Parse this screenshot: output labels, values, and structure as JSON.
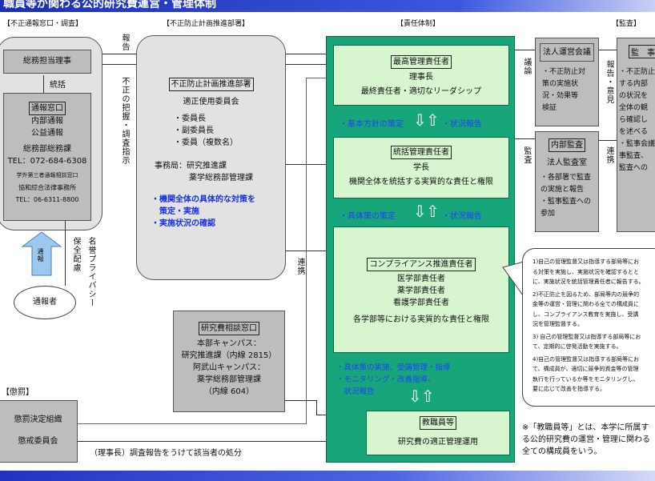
{
  "title": "職員等が関わる公的研究費運営・管理体制",
  "sections": {
    "report": "【不正通報窓口・調査】",
    "prevention": "【不正防止計画推進部署】",
    "responsibility": "【責任体制】",
    "audit": "【監査】",
    "penalty": "【懲罰】"
  },
  "left": {
    "director": "総務担当理事",
    "supervise": "統括",
    "window_title": "通報窓口",
    "lines": [
      "内部通報",
      "公益通報"
    ],
    "dept": "総務部総務課",
    "tel": "TEL：072-684-6308",
    "third_party": "学外第三者通報相談窓口",
    "law_firm": "協和綜合法律事務所",
    "tel2": "TEL：06-6311-8800",
    "arrow_label": "通報",
    "privacy": "保全配慮",
    "privacy2": "名誉プライバシー",
    "reporter": "通報者"
  },
  "edge_labels": {
    "report": "報告",
    "investigate": "不正の把握・調査指示",
    "cooperate": "連携",
    "discuss": "議論",
    "report_opinion": "報告・意見",
    "audit": "監査",
    "cooperate2": "連携"
  },
  "middle": {
    "title": "不正防止計画推進部署",
    "committee": "適正使用委員会",
    "members": [
      "・委員長",
      "・副委員長",
      "・委員（複数名）"
    ],
    "office": "事務局：研究推進課",
    "office2": "薬学総務部管理課",
    "actions": [
      "・機関全体の具体的な対策を",
      "　策定・実施",
      "・実施状況の確認"
    ]
  },
  "consult": {
    "title": "研究費相談窓口",
    "lines": [
      "本部キャンパス：",
      "研究推進課（内線 2815）",
      "阿武山キャンパス：",
      "薬学総務部管理課",
      "（内線 604）"
    ]
  },
  "penalty": {
    "org": "懲罰決定組織",
    "committee": "懲戒委員会",
    "note": "（理事長）調査報告をうけて該当者の処分"
  },
  "resp": {
    "top": {
      "title": "最高管理責任者",
      "name": "理事長",
      "desc": "最終責任者・適切なリーダシップ"
    },
    "flow1": {
      "down": "・基本方針の策定",
      "up": "・状況報告"
    },
    "mid": {
      "title": "統括管理責任者",
      "name": "学長",
      "desc": "機関全体を統括する実質的な責任と権限"
    },
    "flow2": {
      "down": "・具体策の策定",
      "up": "・状況報告"
    },
    "comp": {
      "title": "コンプライアンス推進責任者",
      "names": [
        "医学部責任者",
        "薬学部責任者",
        "看護学部責任者"
      ],
      "desc": "各学部等における実質的な責任と権限"
    },
    "flow3": [
      "・具体策の実施、受講管理・指導",
      "・モニタリング・改善指導、",
      "　状況報告"
    ],
    "staff": {
      "title": "教職員等",
      "desc": "研究費の適正管理運用"
    }
  },
  "audit": {
    "council": "法人運営会議",
    "council_desc": [
      "・不正防止対",
      "策の実施状",
      "況・効果等",
      "検証"
    ],
    "internal": "内部監査",
    "office": "法人監査室",
    "internal_desc": [
      "・各部署で監査",
      "の実施と報告",
      "・監事監査への",
      "参加"
    ],
    "auditor": "監　事",
    "auditor_desc": [
      "・不正防止",
      "する内部",
      "の状況を",
      "全体の観",
      "ら確認し",
      "を述べる",
      "・監事会議",
      "事監査、",
      "監査への"
    ]
  },
  "callout": [
    "1)自己の管理監督又は指導する部局等にお",
    "る対策を実施し、実施状況を確認するとと",
    "に、実施状況を統括管理責任者に報告する。",
    "2)不正防止を図るため、部局等内の競争的",
    "金等の運営・管理に関わる全ての構成員に",
    "し、コンプライアンス教育を実施し、受講",
    "況を管理監督する。",
    "3) 自己の管理監督又は指導する部局等にお",
    "て、定期的に啓発活動を実施する。",
    "4)自己の管理監督又は指導する部局等にお",
    "て、構成員が、適切に競争的資金等の管理",
    "執行を行っているか等をモニタリングし、",
    "要に応じて改善を指導する。"
  ],
  "footnote": [
    "※「教職員等」とは、本学に所属す",
    "る公的研究費の運営・管理に関わる",
    "全ての構成員をいう。"
  ]
}
